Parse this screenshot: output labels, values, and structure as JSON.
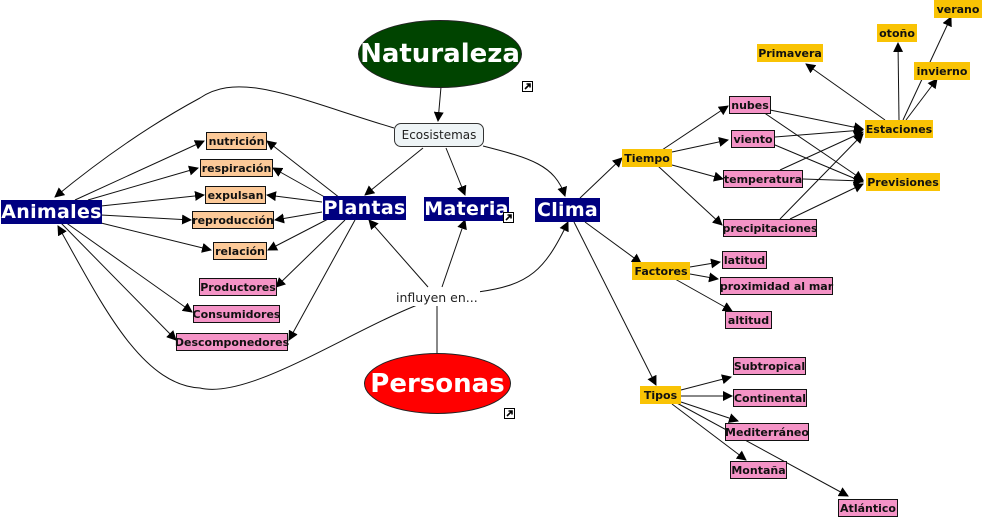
{
  "map": {
    "root": "Naturaleza",
    "agent": "Personas",
    "hub": "Ecosistemas",
    "linking_phrase": "influyen en...",
    "main_concepts": [
      "Animales",
      "Plantas",
      "Materia",
      "Clima"
    ],
    "shared_processes": [
      "nutrición",
      "respiración",
      "expulsan",
      "reproducción",
      "relación"
    ],
    "roles": [
      "Productores",
      "Consumidores",
      "Descomponedores"
    ],
    "clima": {
      "tiempo": {
        "label": "Tiempo",
        "children": [
          "nubes",
          "viento",
          "temperatura",
          "precipitaciones"
        ],
        "targets": [
          "Estaciones",
          "Previsiones"
        ]
      },
      "estaciones": [
        "Primavera",
        "otoño",
        "invierno",
        "verano"
      ],
      "factores": {
        "label": "Factores",
        "children": [
          "latitud",
          "proximidad al mar",
          "altitud"
        ]
      },
      "tipos": {
        "label": "Tipos",
        "children": [
          "Subtropical",
          "Continental",
          "Mediterráneo",
          "Montaña",
          "Atlántico"
        ]
      }
    },
    "link_icons": [
      "naturaleza-resource-link",
      "materia-resource-link",
      "personas-resource-link"
    ],
    "colors": {
      "root_ellipse": "#004400",
      "agent_ellipse": "#ff0000",
      "main_concept": "#000080",
      "process_box": "#fcc998",
      "pink_box": "#f493c6",
      "yellow_box": "#f9c304",
      "hub_box": "#eef4f6"
    }
  }
}
